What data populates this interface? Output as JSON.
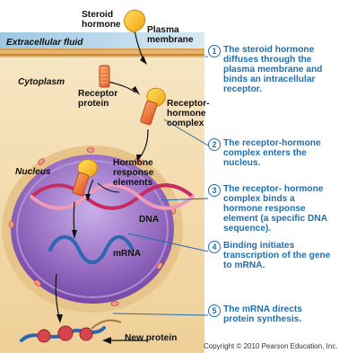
{
  "labels": {
    "steroid_hormone": [
      "Steroid",
      "hormone"
    ],
    "plasma_membrane": [
      "Plasma",
      "membrane"
    ],
    "extracellular_fluid": "Extracellular fluid",
    "cytoplasm": "Cytoplasm",
    "receptor_protein": [
      "Receptor",
      "protein"
    ],
    "receptor_hormone_complex": [
      "Receptor-",
      "hormone",
      "complex"
    ],
    "nucleus": "Nucleus",
    "hormone_response_elements": [
      "Hormone",
      "response",
      "elements"
    ],
    "dna": "DNA",
    "mrna": "mRNA",
    "new_protein": "New protein"
  },
  "steps": [
    {
      "number": "1",
      "text": "The steroid hormone diffuses through the plasma membrane and binds an intracellular receptor."
    },
    {
      "number": "2",
      "text": "The receptor-hormone complex enters the nucleus."
    },
    {
      "number": "3",
      "text": "The receptor- hormone complex binds a hormone response element (a specific DNA sequence)."
    },
    {
      "number": "4",
      "text": "Binding initiates transcription of the gene to mRNA."
    },
    {
      "number": "5",
      "text": "The mRNA directs protein synthesis."
    }
  ],
  "copyright": "Copyright © 2010 Pearson Education, Inc.",
  "colors": {
    "hormone": "#f4a51c",
    "receptor": "#e96a30",
    "cytoplasm": "#f4d7a3",
    "nucleus": "#9b72c6",
    "membrane": "#e6b66f",
    "dna": "#c72b5f",
    "mrna": "#2e66b2",
    "callout": "#1f6fae",
    "ribosome": "#d6454d"
  }
}
